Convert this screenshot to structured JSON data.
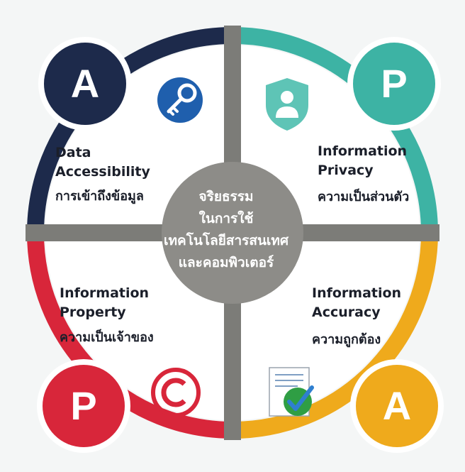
{
  "center": {
    "lines": [
      "จริยธรรม",
      "ในการใช้",
      "เทคโนโลยีสารสนเทศ",
      "และคอมพิวเตอร์"
    ]
  },
  "quadrants": {
    "accessibility": {
      "letter": "A",
      "title_line1": "Data",
      "title_line2": "Accessibility",
      "thai": "การเข้าถึงข้อมูล",
      "color": "#1d2a4b",
      "icon": "key-icon"
    },
    "privacy": {
      "letter": "P",
      "title_line1": "Information",
      "title_line2": "Privacy",
      "thai": "ความเป็นส่วนตัว",
      "color": "#3db3a4",
      "icon": "shield-person-icon"
    },
    "property": {
      "letter": "P",
      "title_line1": "Information",
      "title_line2": "Property",
      "thai": "ความเป็นเจ้าของ",
      "color": "#d8263a",
      "icon": "copyright-icon"
    },
    "accuracy": {
      "letter": "A",
      "title_line1": "Information",
      "title_line2": "Accuracy",
      "thai": "ความถูกต้อง",
      "color": "#efaa1c",
      "icon": "checked-document-icon"
    }
  }
}
